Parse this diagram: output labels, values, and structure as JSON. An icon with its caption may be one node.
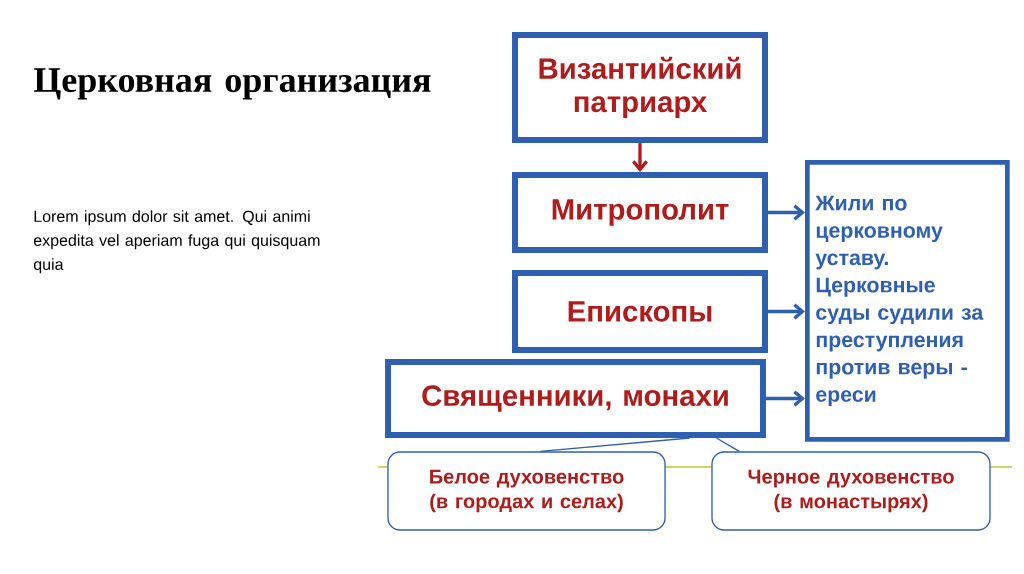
{
  "diagram": {
    "title": "Церковная организация",
    "nodes": [
      {
        "text": [
          "Византийский патриарх"
        ]
      },
      {
        "text": [
          "Митрополит"
        ]
      },
      {
        "text": [
          "Епископы"
        ]
      },
      {
        "text": [
          "Священники, монахи"
        ]
      },
      {
        "text": [
          "Жили по церковному уставу. Церковные суды судили за преступления против веры - ереси"
        ]
      },
      {
        "text": [
          "Белое духовенство (в городах и селах)"
        ]
      },
      {
        "text": [
          "Черное духовенство (в монастырях)"
        ]
      }
    ],
    "edges": [
      {
        "from": 0,
        "to": 1,
        "arrow": "to",
        "color": "#b01c1c"
      },
      {
        "from": 1,
        "to": 4,
        "arrow": "to"
      },
      {
        "from": 2,
        "to": 4,
        "arrow": "to"
      },
      {
        "from": 3,
        "to": 4,
        "arrow": "to"
      },
      {
        "from": 5,
        "to": 3,
        "arrow": "none"
      },
      {
        "from": 6,
        "to": 3,
        "arrow": "none"
      }
    ],
    "labels": [
      "Lorem ipsum dolor sit amet. Qui animi expedita vel aperiam fuga qui quisquam quia"
    ]
  }
}
